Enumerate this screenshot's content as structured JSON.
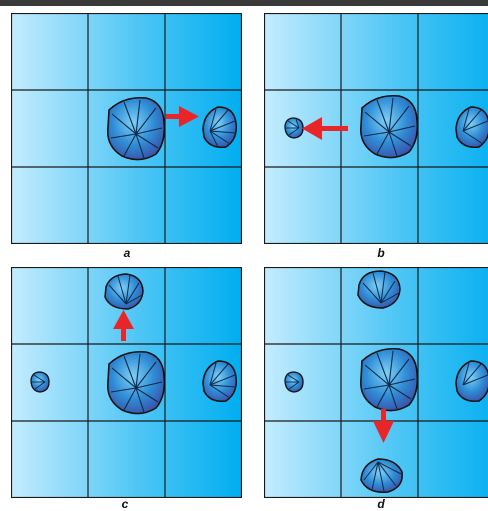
{
  "panels": [
    {
      "id": "a",
      "label": "a"
    },
    {
      "id": "b",
      "label": "b"
    },
    {
      "id": "c",
      "label": "c"
    },
    {
      "id": "d",
      "label": "d"
    }
  ],
  "colors": {
    "background_light": "#bfeafe",
    "background_dark": "#00aef0",
    "grid_line": "#1a1a1a",
    "cell_fill": "#3d9fdc",
    "cell_fill_dark": "#1c5ea8",
    "arrow": "#e8262a"
  }
}
